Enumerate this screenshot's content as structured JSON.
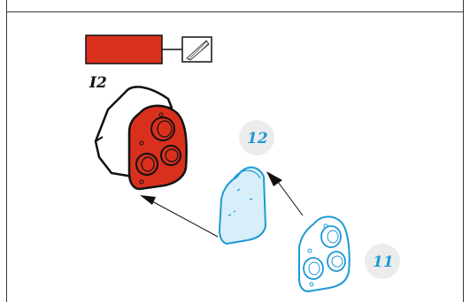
{
  "callouts": {
    "part_12_label_black": "I2",
    "part_12_label_blue": "12",
    "part_11_label_blue": "11"
  },
  "colors": {
    "red_fill": "#d9301e",
    "blue_line": "#1c9ad6",
    "blue_fill": "#d8eef9",
    "badge_gray": "#ececec",
    "ink": "#111111"
  },
  "icons": {
    "material_swatch": "red-rectangle-swatch",
    "hatch_icon": "hatched-material-icon"
  }
}
